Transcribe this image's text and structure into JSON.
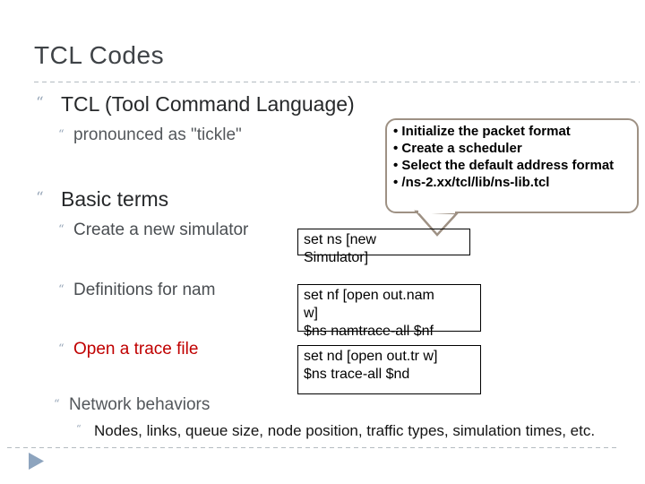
{
  "slide": {
    "title": "TCL Codes",
    "bullets": {
      "tcl": "TCL (Tool Command Language)",
      "pronounced": "pronounced as \"tickle\"",
      "basic": "Basic terms",
      "create": "Create a new simulator",
      "definitions": "Definitions for nam",
      "open": "Open a trace file",
      "network": "Network behaviors",
      "nodes": "Nodes, links, queue size, node position, traffic types, simulation times, etc."
    },
    "callout": {
      "items": [
        "• Initialize the packet format",
        "• Create a scheduler",
        "• Select the default address format",
        "• /ns-2.xx/tcl/lib/ns-lib.tcl"
      ]
    },
    "code_boxes": {
      "simulator": {
        "line1": "set ns [new",
        "line2": "Simulator]"
      },
      "nam": {
        "line1": "set nf [open out.nam",
        "line2": "w]",
        "line3": "$ns namtrace-all $nf"
      },
      "trace": {
        "line1": "set nd [open out.tr w]",
        "line2": "$ns trace-all $nd"
      }
    },
    "icons": {
      "quote_bullet": "“"
    },
    "colors": {
      "title_text": "#3f4347",
      "body_text": "#26282a",
      "accent_red": "#c00000",
      "bullet_blue_gray": "#97a6b8",
      "callout_border": "#9e9184",
      "arrow_blue": "#8da4be",
      "dash_gray": "#b4bbc1"
    }
  }
}
